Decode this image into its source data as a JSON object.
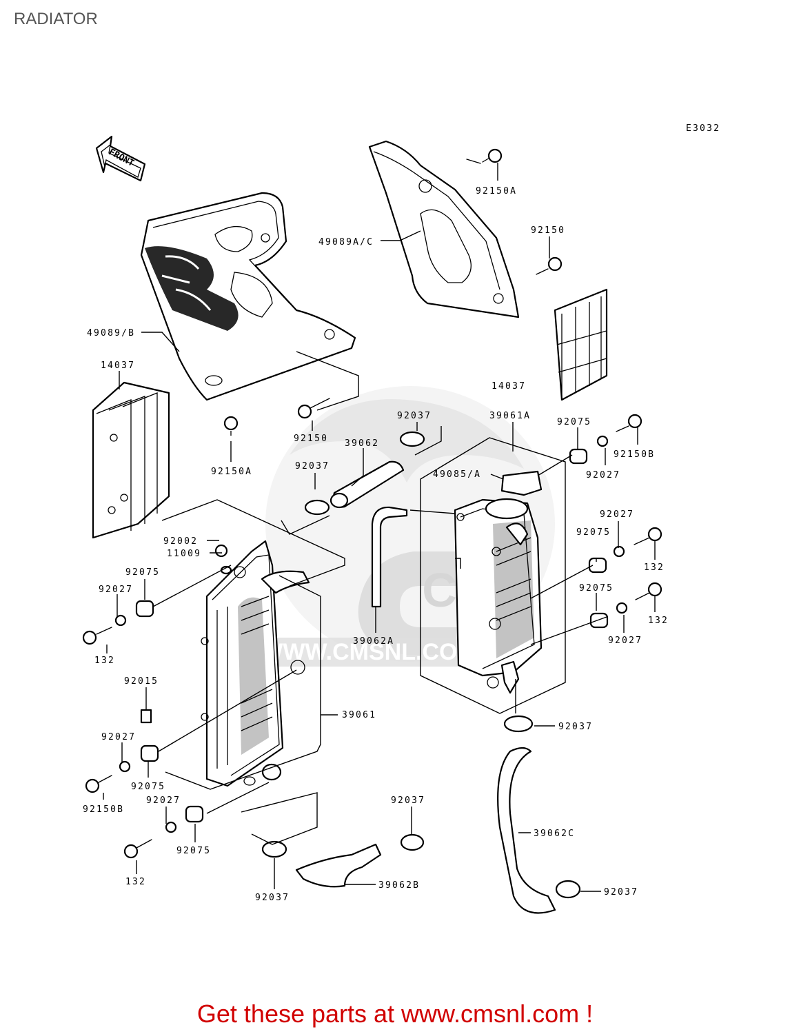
{
  "title": "RADIATOR",
  "diagram_code": "E3032",
  "front_arrow_label": "FRONT",
  "watermark_text": "WWW.CMSNL.COM",
  "watermark_logo_text": "CMS",
  "footer": "Get these parts at www.cmsnl.com !",
  "callouts": {
    "c_92150A_top": "92150A",
    "c_49089AC": "49089A/C",
    "c_92150_right": "92150",
    "c_49089B": "49089/B",
    "c_14037_left": "14037",
    "c_14037_right": "14037",
    "c_92150A_left": "92150A",
    "c_92150_mid": "92150",
    "c_92037_top": "92037",
    "c_39062": "39062",
    "c_39061A": "39061A",
    "c_92075_topright": "92075",
    "c_92027_topright": "92027",
    "c_92150B_right": "92150B",
    "c_92037_left": "92037",
    "c_49085A": "49085/A",
    "c_92002": "92002",
    "c_11009": "11009",
    "c_92027_r1": "92027",
    "c_92075_r1": "92075",
    "c_132_r1": "132",
    "c_92075_r2": "92075",
    "c_132_r2": "132",
    "c_92027_r2": "92027",
    "c_92075_l1": "92075",
    "c_92027_l1": "92027",
    "c_132_l1": "132",
    "c_39062A": "39062A",
    "c_92015": "92015",
    "c_39061": "39061",
    "c_92037_mid": "92037",
    "c_92027_l2": "92027",
    "c_92075_l2": "92075",
    "c_92150B_left": "92150B",
    "c_92027_l3": "92027",
    "c_92075_l3": "92075",
    "c_92037_b1": "92037",
    "c_39062C": "39062C",
    "c_132_l3": "132",
    "c_92037_b2": "92037",
    "c_39062B": "39062B",
    "c_92037_b3": "92037"
  }
}
